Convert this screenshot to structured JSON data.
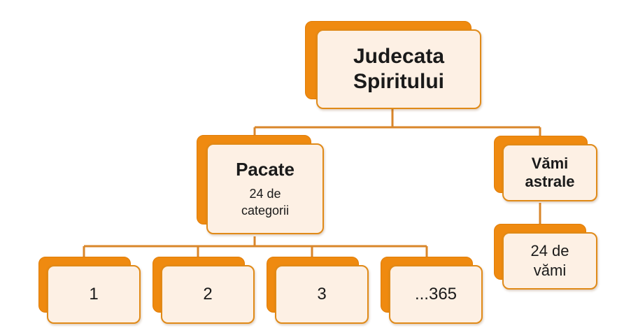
{
  "diagram": {
    "root": {
      "line1": "Judecata",
      "line2": "Spiritului"
    },
    "pacate": {
      "title": "Pacate",
      "line1": "24 de",
      "line2": "categorii"
    },
    "vami": {
      "line1": "Vămi",
      "line2": "astrale"
    },
    "vami_child": {
      "line1": "24 de",
      "line2": "vămi"
    },
    "leaves": [
      "1",
      "2",
      "3",
      "...365"
    ],
    "colors": {
      "connector": "#d9862a",
      "box_back": "#ef8a10",
      "box_front": "#fdf0e4",
      "box_border": "#e08a18"
    }
  }
}
